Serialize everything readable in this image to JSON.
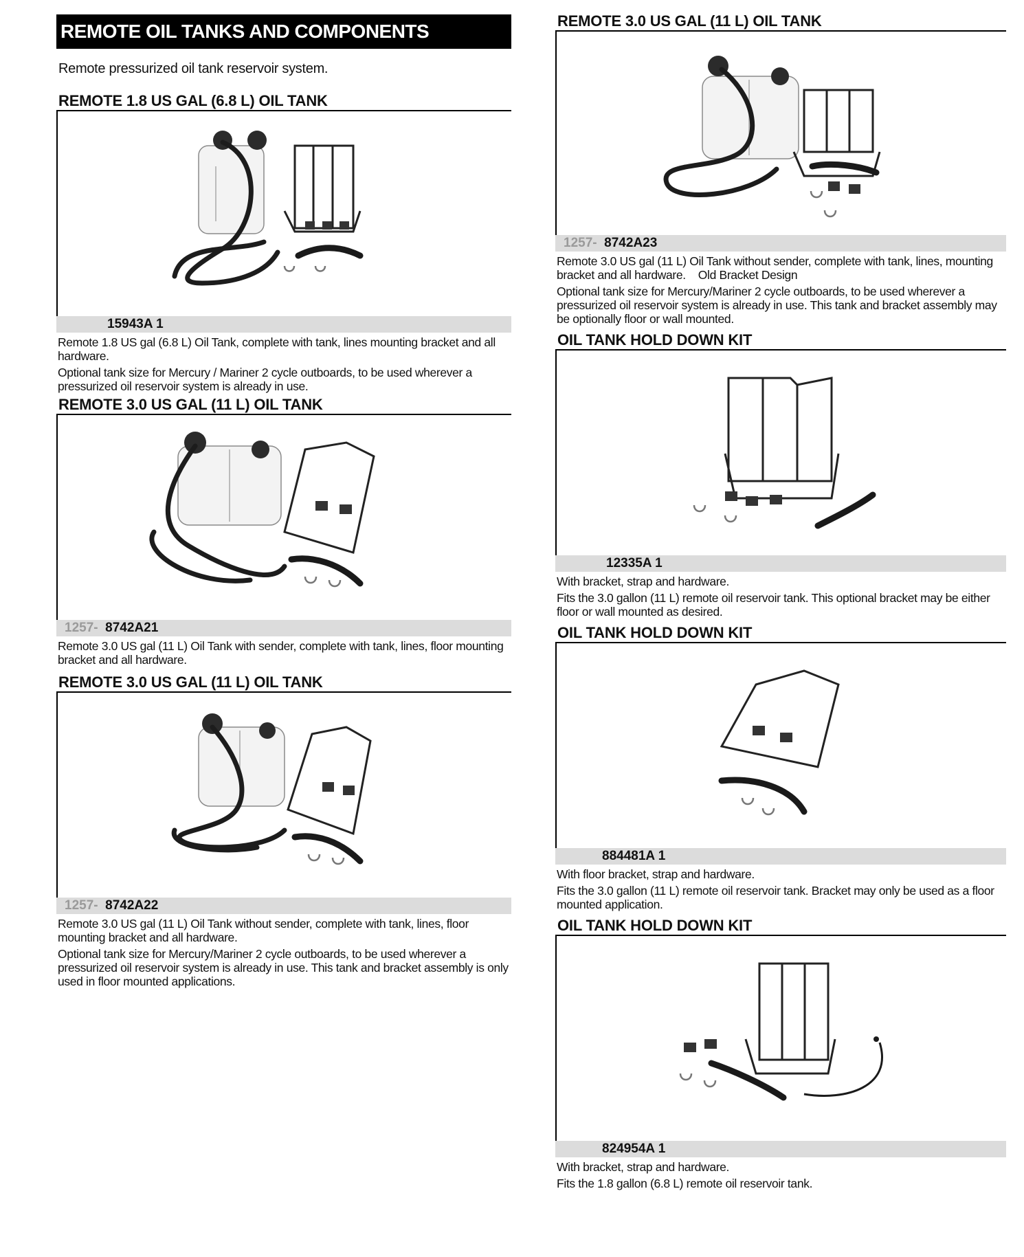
{
  "header": {
    "title": "REMOTE OIL TANKS AND COMPONENTS",
    "intro": "Remote pressurized oil tank reservoir system."
  },
  "left": [
    {
      "title": "REMOTE 1.8 US GAL (6.8 L) OIL TANK",
      "prefix": "",
      "part": "15943A 1",
      "desc": [
        "Remote 1.8 US gal (6.8 L) Oil Tank, complete with tank, lines mounting bracket and all hardware.",
        "Optional tank size for Mercury / Mariner 2 cycle outboards, to be used wherever a pressurized oil reservoir system is already in use."
      ]
    },
    {
      "title": "REMOTE 3.0 US GAL (11 L) OIL TANK",
      "prefix": "1257-",
      "part": "8742A21",
      "desc": [
        "Remote 3.0 US gal (11 L) Oil Tank with sender, complete with tank, lines, floor mounting bracket and all hardware."
      ]
    },
    {
      "title": "REMOTE 3.0 US GAL (11 L) OIL TANK",
      "prefix": "1257-",
      "part": "8742A22",
      "desc": [
        "Remote 3.0 US gal (11 L) Oil Tank without sender, complete with tank, lines, floor mounting bracket and all hardware.",
        "Optional tank size for Mercury/Mariner 2 cycle outboards, to be used wherever a pressurized oil reservoir system is already in use. This tank and bracket assembly is only used in floor mounted applications."
      ]
    }
  ],
  "right": [
    {
      "title": "REMOTE 3.0 US GAL (11 L) OIL TANK",
      "prefix": "1257-",
      "part": "8742A23",
      "desc": [
        "Remote 3.0 US gal (11 L) Oil Tank without sender, complete with tank, lines, mounting bracket and all hardware.    Old Bracket Design",
        "Optional tank size for Mercury/Mariner 2 cycle outboards, to be used wherever a pressurized oil reservoir system is already in use. This tank and bracket assembly may be optionally floor or wall mounted."
      ]
    },
    {
      "title": "OIL TANK HOLD DOWN KIT",
      "prefix": "",
      "part": "12335A 1",
      "desc": [
        "With bracket, strap and hardware.",
        "Fits the 3.0 gallon (11 L) remote oil reservoir tank. This optional bracket may be either floor or wall mounted as desired."
      ]
    },
    {
      "title": "OIL TANK HOLD DOWN KIT",
      "prefix": "",
      "part": "884481A 1",
      "desc": [
        "With floor bracket, strap and hardware.",
        "Fits the 3.0 gallon (11 L) remote oil reservoir tank. Bracket may only be used as a floor mounted application."
      ]
    },
    {
      "title": "OIL TANK HOLD DOWN KIT",
      "prefix": "",
      "part": "824954A 1",
      "desc": [
        "With bracket, strap and hardware.",
        "Fits the 1.8 gallon (6.8 L) remote oil reservoir tank."
      ]
    }
  ]
}
